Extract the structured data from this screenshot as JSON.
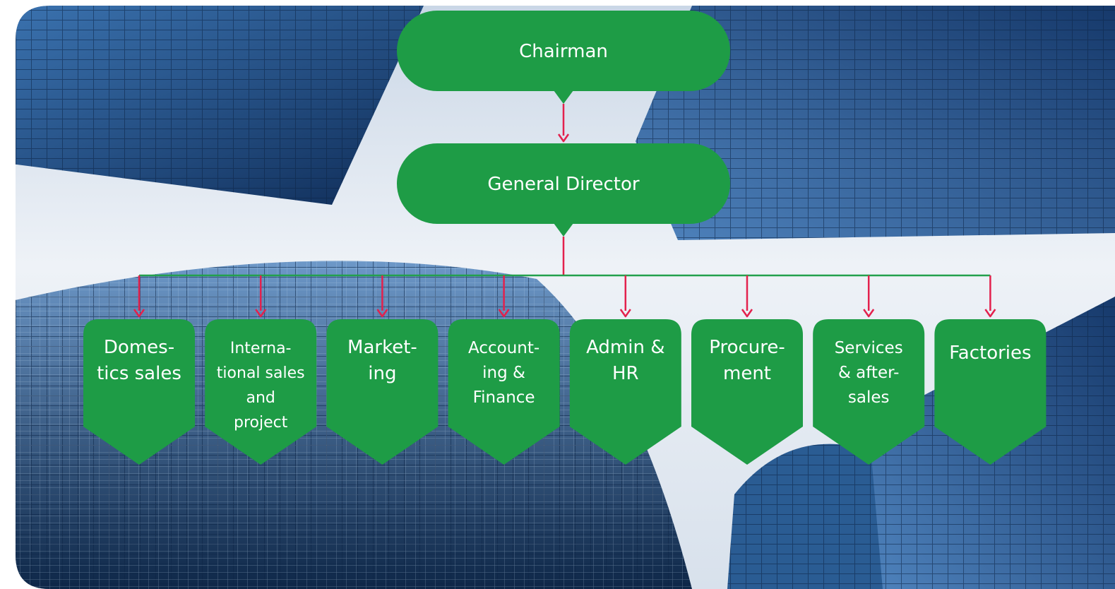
{
  "org_chart": {
    "top": {
      "label": "Chairman"
    },
    "director": {
      "label": "General Director"
    },
    "departments": [
      {
        "id": "domestic-sales",
        "lines": [
          "Domes-",
          "tics sales"
        ]
      },
      {
        "id": "international-sales",
        "lines": [
          "Interna-",
          "tional sales",
          "and",
          "project"
        ]
      },
      {
        "id": "marketing",
        "lines": [
          "Market-",
          "ing"
        ]
      },
      {
        "id": "accounting-finance",
        "lines": [
          "Account-",
          "ing &",
          "Finance"
        ]
      },
      {
        "id": "admin-hr",
        "lines": [
          "Admin &",
          "HR"
        ]
      },
      {
        "id": "procurement",
        "lines": [
          "Procure-",
          "ment"
        ]
      },
      {
        "id": "services-aftersales",
        "lines": [
          "Services",
          "& after-",
          "sales"
        ]
      },
      {
        "id": "factories",
        "lines": [
          "Factories"
        ]
      }
    ]
  },
  "colors": {
    "box": "#1e9c46",
    "arrow": "#e3214d",
    "branch_line": "#23a04c",
    "sky": "#dfe7f1",
    "building_dark": "#173a6b",
    "building_mid": "#2d5f98",
    "building_light": "#5d8cc0"
  },
  "background": {
    "description_icon": "skyscrapers-photo"
  }
}
